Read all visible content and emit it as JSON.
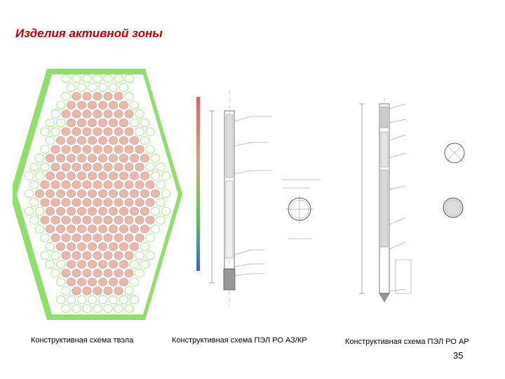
{
  "slide": {
    "title": "Изделия активной зоны",
    "page_number": "35"
  },
  "figures": [
    {
      "caption": "Конструктивная схема твэла"
    },
    {
      "caption": "Конструктивная схема ПЭЛ РО АЗ/КР"
    },
    {
      "caption": "Конструктивная схема ПЭЛ РО АР"
    }
  ],
  "colors": {
    "title": "#c00000",
    "hex_border": "#7fe05a",
    "fuel_cell": "#e8b8a8",
    "hex_background": "#ffffff"
  }
}
